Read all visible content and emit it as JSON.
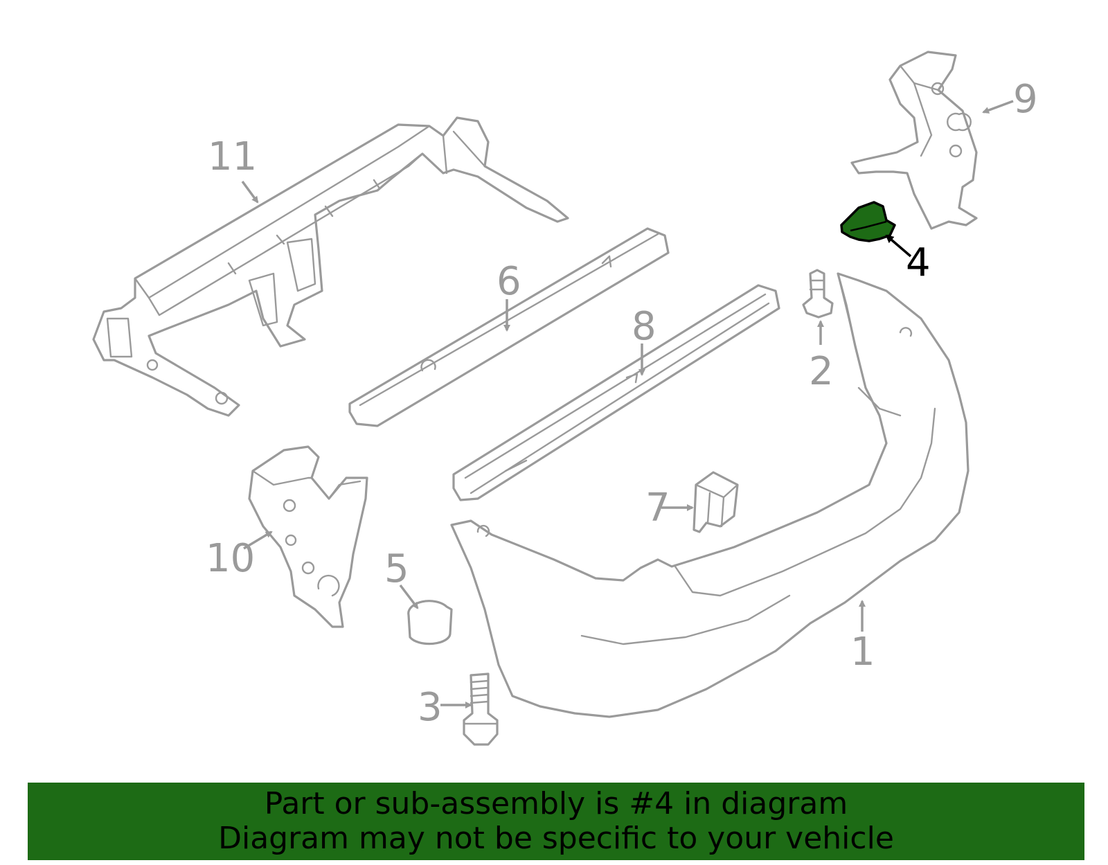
{
  "diagram": {
    "callouts": {
      "c1": "1",
      "c2": "2",
      "c3": "3",
      "c4": "4",
      "c5": "5",
      "c6": "6",
      "c7": "7",
      "c8": "8",
      "c9": "9",
      "c10": "10",
      "c11": "11"
    },
    "highlighted_part": "4",
    "highlight_color": "#1d6b15",
    "line_color": "#9a9a9a"
  },
  "banner": {
    "line1": "Part or sub-assembly is #4 in diagram",
    "line2": "Diagram may not be specific to your vehicle",
    "background": "#1d6b15"
  }
}
